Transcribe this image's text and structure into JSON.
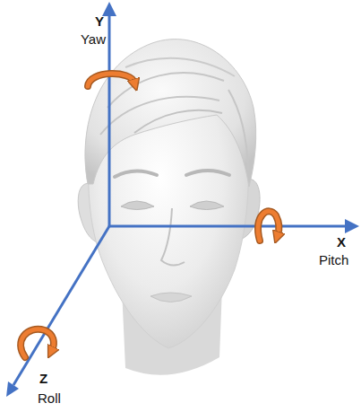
{
  "diagram": {
    "labels": [
      "Y",
      "Yaw",
      "X",
      "Pitch",
      "Z",
      "Roll"
    ]
  }
}
